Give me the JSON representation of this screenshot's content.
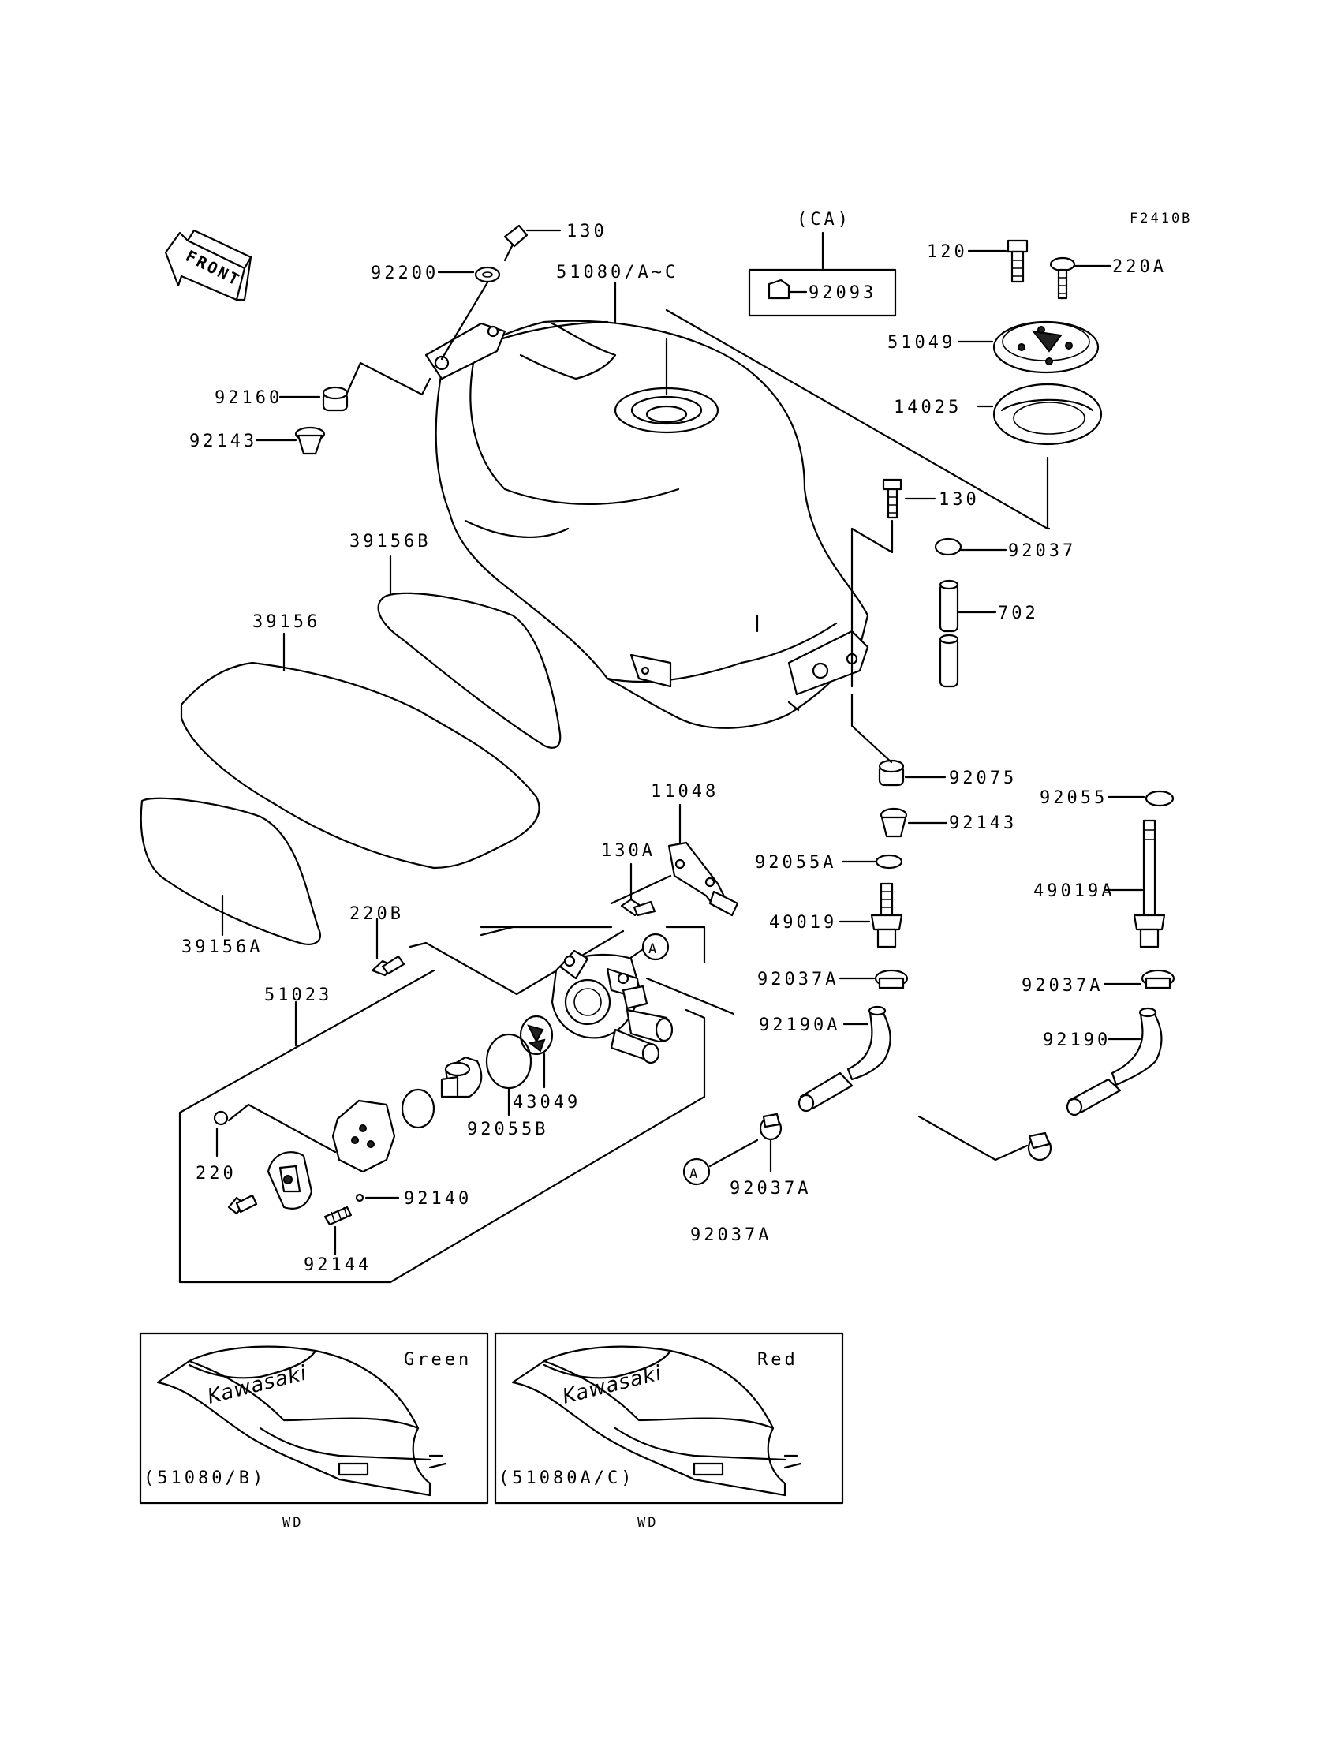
{
  "diagram_id": "F2410B",
  "front_label": "FRONT",
  "callouts": {
    "c130_top": "130",
    "c92200": "92200",
    "c51080": "51080/A~C",
    "c_ca": "(CA)",
    "c92093": "92093",
    "c120": "120",
    "c220a": "220A",
    "c51049": "51049",
    "c14025": "14025",
    "c92160": "92160",
    "c92143_left": "92143",
    "c130_right": "130",
    "c92037": "92037",
    "c702": "702",
    "c39156b": "39156B",
    "c39156": "39156",
    "c39156a": "39156A",
    "c92075": "92075",
    "c92055": "92055",
    "c92143_right": "92143",
    "c11048": "11048",
    "c130a": "130A",
    "c92055a": "92055A",
    "c49019": "49019",
    "c49019a": "49019A",
    "c220b": "220B",
    "c92037a_1": "92037A",
    "c92037a_2": "92037A",
    "c51023": "51023",
    "c92190a": "92190A",
    "c92190": "92190",
    "c43049": "43049",
    "c92055b": "92055B",
    "c220": "220",
    "c92140": "92140",
    "c92144": "92144",
    "c92037a_3": "92037A",
    "c92037a_4": "92037A",
    "ref_a_1": "A",
    "ref_a_2": "A"
  },
  "inset_left": {
    "color": "Green",
    "part": "(51080/B)",
    "caption": "WD",
    "logo": "Kawasaki"
  },
  "inset_right": {
    "color": "Red",
    "part": "(51080A/C)",
    "caption": "WD",
    "logo": "Kawasaki"
  }
}
